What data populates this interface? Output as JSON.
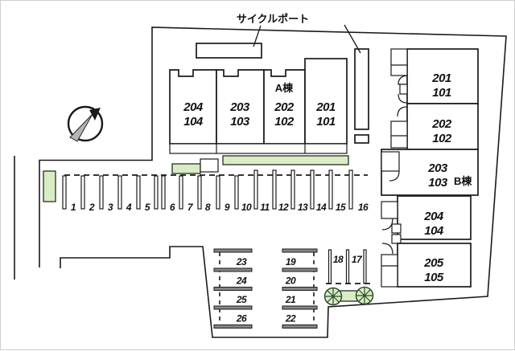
{
  "labels": {
    "cycle_port": "サイクルポート",
    "building_a": "A棟",
    "building_b": "B棟"
  },
  "building_a_units": [
    {
      "upper": "204",
      "lower": "104"
    },
    {
      "upper": "203",
      "lower": "103"
    },
    {
      "upper": "202",
      "lower": "102"
    },
    {
      "upper": "201",
      "lower": "101"
    }
  ],
  "building_b_units": [
    {
      "upper": "201",
      "lower": "101"
    },
    {
      "upper": "202",
      "lower": "102"
    },
    {
      "upper": "203",
      "lower": "103"
    },
    {
      "upper": "204",
      "lower": "104"
    },
    {
      "upper": "205",
      "lower": "105"
    }
  ],
  "parking": {
    "main_row": [
      "1",
      "2",
      "3",
      "4",
      "5",
      "6",
      "7",
      "8",
      "9",
      "10",
      "11",
      "12",
      "13",
      "14",
      "15",
      "16"
    ],
    "pair_row": [
      "18",
      "17"
    ],
    "col_inner": [
      "19",
      "20",
      "21",
      "22"
    ],
    "col_outer": [
      "23",
      "24",
      "25",
      "26"
    ]
  },
  "colors": {
    "line": "#1a1a1a",
    "greenery": "#d8edc4",
    "tree_stroke": "#2e4d2e",
    "bar_fill": "#868686",
    "needle_fill": "#b5b5b5"
  }
}
